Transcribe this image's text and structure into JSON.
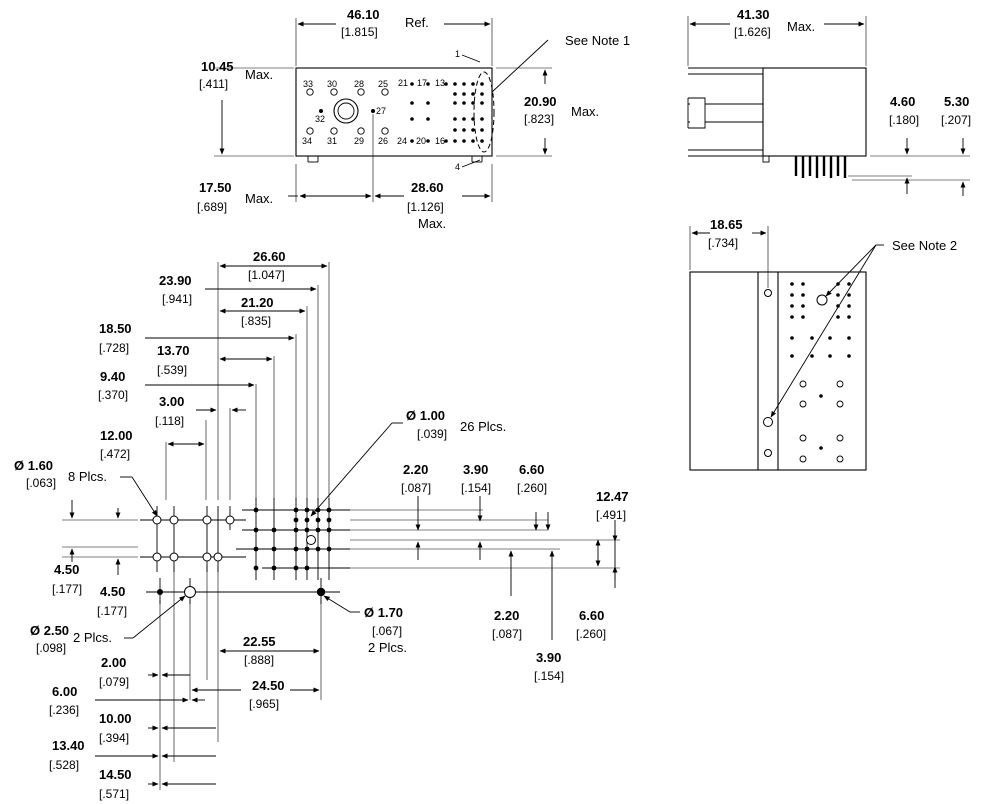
{
  "top_view": {
    "width": {
      "mm": "46.10",
      "in": "[1.815]",
      "note": "Ref."
    },
    "left_height": {
      "mm": "10.45",
      "in": "[.411]",
      "note": "Max."
    },
    "right_height": {
      "mm": "20.90",
      "in": "[.823]",
      "note": "Max."
    },
    "bottom_left": {
      "mm": "17.50",
      "in": "[.689]",
      "note": "Max."
    },
    "bottom_right": {
      "mm": "28.60",
      "in": "[1.126]",
      "note": "Max."
    },
    "note_callout": "See Note 1",
    "pin_labels": [
      "33",
      "30",
      "28",
      "25",
      "21",
      "17",
      "13",
      "1",
      "32",
      "27",
      "34",
      "31",
      "29",
      "26",
      "24",
      "20",
      "16",
      "4"
    ]
  },
  "side_view": {
    "width": {
      "mm": "41.30",
      "in": "[1.626]",
      "note": "Max."
    },
    "dim_a": {
      "mm": "4.60",
      "in": "[.180]"
    },
    "dim_b": {
      "mm": "5.30",
      "in": "[.207]"
    }
  },
  "bottom_view": {
    "dim": {
      "mm": "18.65",
      "in": "[.734]"
    },
    "note_callout": "See Note 2"
  },
  "footprint": {
    "top_dims": [
      {
        "mm": "26.60",
        "in": "[1.047]"
      },
      {
        "mm": "23.90",
        "in": "[.941]"
      },
      {
        "mm": "21.20",
        "in": "[.835]"
      },
      {
        "mm": "18.50",
        "in": "[.728]"
      },
      {
        "mm": "13.70",
        "in": "[.539]"
      },
      {
        "mm": "9.40",
        "in": "[.370]"
      },
      {
        "mm": "3.00",
        "in": "[.118]"
      },
      {
        "mm": "12.00",
        "in": "[.472]"
      }
    ],
    "hole_a": {
      "mm": "Ø 1.60",
      "in": "[.063]",
      "qty": "8 Plcs."
    },
    "hole_b": {
      "mm": "Ø 1.00",
      "in": "[.039]",
      "qty": "26 Plcs."
    },
    "hole_c": {
      "mm": "Ø 2.50",
      "in": "[.098]",
      "qty": "2 Plcs."
    },
    "hole_d": {
      "mm": "Ø 1.70",
      "in": "[.067]",
      "qty": "2 Plcs."
    },
    "right_dims": [
      {
        "mm": "2.20",
        "in": "[.087]"
      },
      {
        "mm": "3.90",
        "in": "[.154]"
      },
      {
        "mm": "6.60",
        "in": "[.260]"
      },
      {
        "mm": "12.47",
        "in": "[.491]"
      }
    ],
    "right_low_dims": [
      {
        "mm": "2.20",
        "in": "[.087]"
      },
      {
        "mm": "6.60",
        "in": "[.260]"
      },
      {
        "mm": "3.90",
        "in": "[.154]"
      }
    ],
    "left_dims": [
      {
        "mm": "4.50",
        "in": "[.177]"
      },
      {
        "mm": "4.50",
        "in": "[.177]"
      }
    ],
    "bottom_dims": [
      {
        "mm": "22.55",
        "in": "[.888]"
      },
      {
        "mm": "24.50",
        "in": "[.965]"
      },
      {
        "mm": "2.00",
        "in": "[.079]"
      },
      {
        "mm": "6.00",
        "in": "[.236]"
      },
      {
        "mm": "10.00",
        "in": "[.394]"
      },
      {
        "mm": "13.40",
        "in": "[.528]"
      },
      {
        "mm": "14.50",
        "in": "[.571]"
      }
    ]
  }
}
